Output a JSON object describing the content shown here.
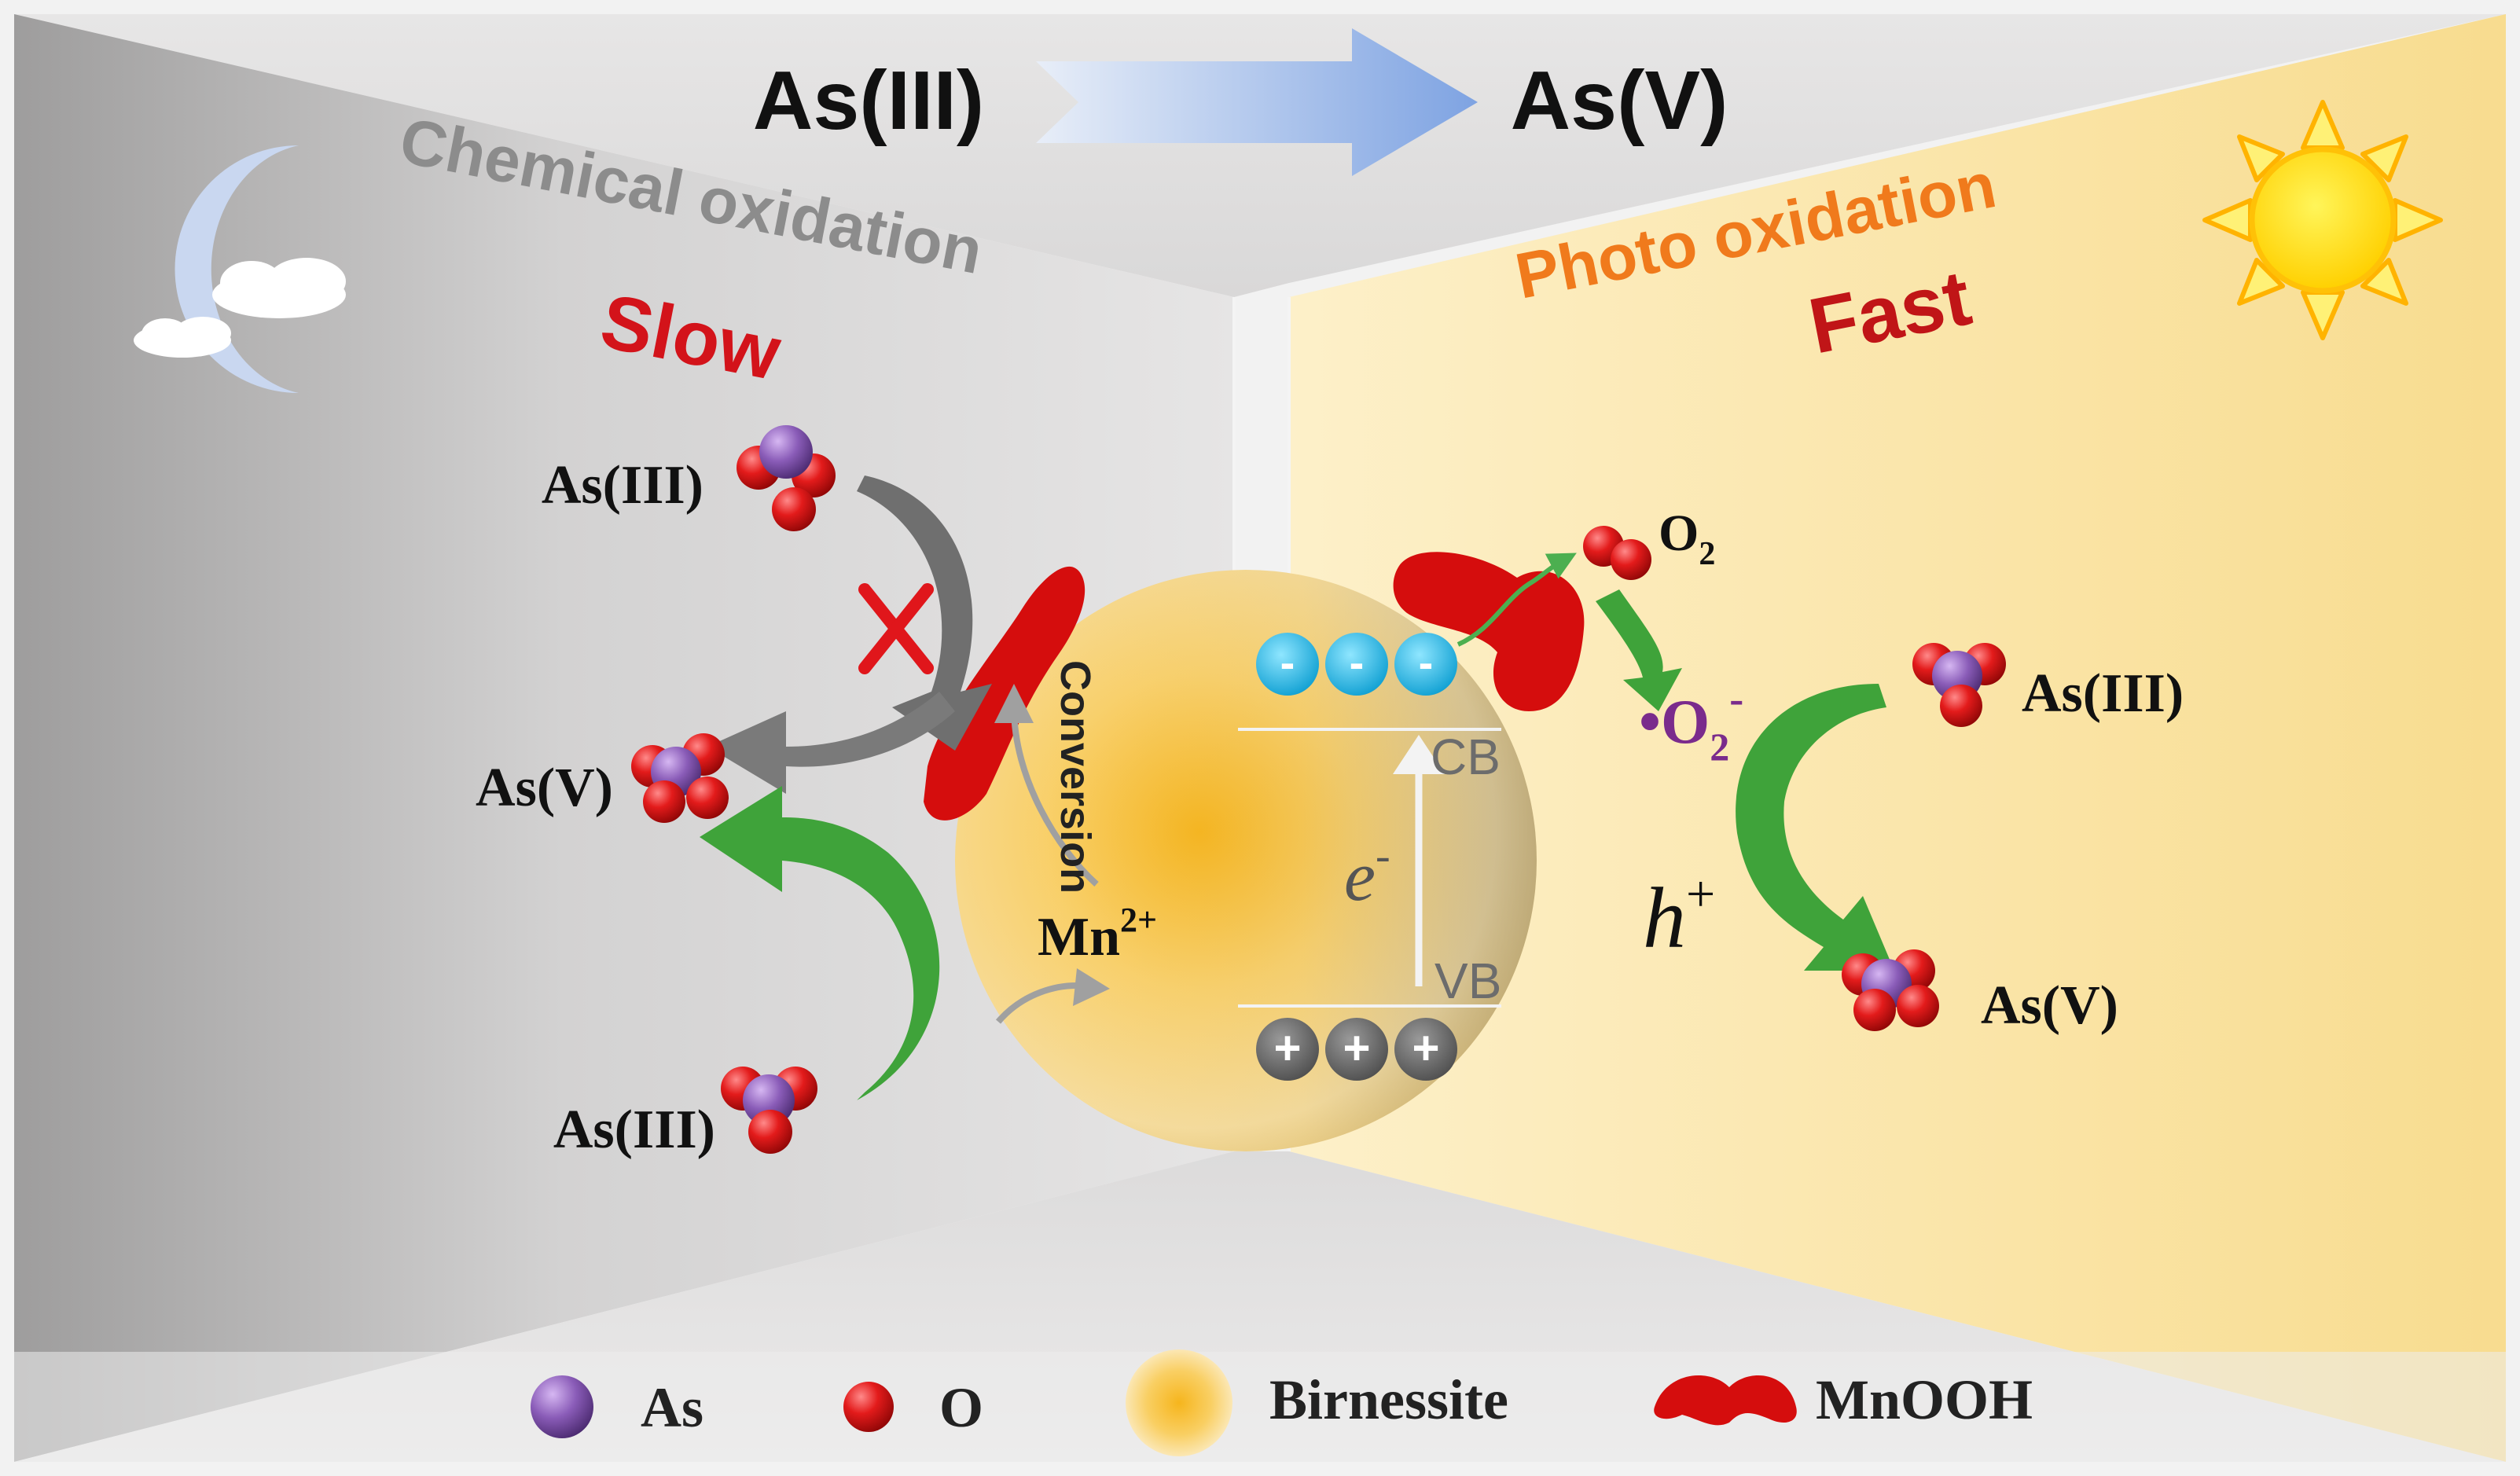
{
  "header": {
    "from_species": "As(III)",
    "to_species": "As(V)"
  },
  "chemical_panel": {
    "title": "Chemical oxidation",
    "speed": "Slow",
    "icons": [
      "moon-icon",
      "cloud-icon"
    ],
    "labels": {
      "as3_top": "As(III)",
      "as5": "As(V)",
      "as3_bottom": "As(III)",
      "mn_base": "Mn",
      "mn_charge": "2+",
      "conversion": "Conversion"
    }
  },
  "photo_panel": {
    "title": "Photo oxidation",
    "speed": "Fast",
    "icons": [
      "sun-icon"
    ],
    "labels": {
      "o2_base": "O",
      "o2_sub": "2",
      "superoxide_base": "•O",
      "superoxide_sub": "2",
      "superoxide_sup": "-",
      "as3": "As(III)",
      "as5": "As(V)",
      "hole_base": "h",
      "hole_sup": "+"
    }
  },
  "particle": {
    "cb": "CB",
    "vb": "VB",
    "electron_base": "e",
    "electron_sup": "-",
    "electron_symbols": [
      "-",
      "-",
      "-"
    ],
    "hole_symbols": [
      "+",
      "+",
      "+"
    ]
  },
  "legend": [
    {
      "key": "as",
      "label": "As"
    },
    {
      "key": "o",
      "label": "O"
    },
    {
      "key": "birnessite",
      "label": "Birnessite"
    },
    {
      "key": "mnooh",
      "label": "MnOOH"
    }
  ],
  "colors": {
    "slow_text": "#d3131a",
    "fast_text": "#c01517",
    "photo_title": "#f07a1c",
    "chem_title": "#8c8c8c",
    "green_arrow": "#3fa33a",
    "gray_arrow": "#7a7a7a",
    "mnooh_red": "#d50d0d",
    "oxygen_red": "#e31b1b",
    "arsenic_purple": "#8a5cb8",
    "electron_blue": "#19b6e8",
    "hole_gray": "#6e6e6e",
    "superoxide_purple": "#7a2b8c"
  }
}
